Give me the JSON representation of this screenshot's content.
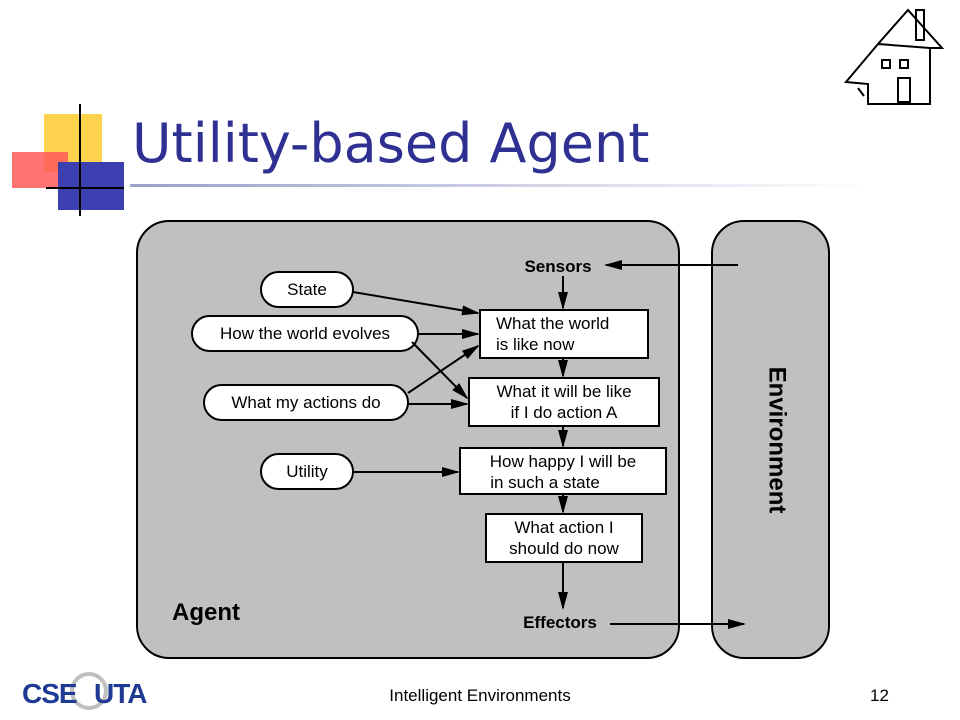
{
  "title": "Utility-based Agent",
  "footer": {
    "center": "Intelligent Environments",
    "page": "12",
    "logo_left": "CSE",
    "logo_right": "UTA"
  },
  "colors": {
    "title": "#2e3192",
    "panel": "#c0c0c0",
    "accent_yellow": "#ffd24d",
    "accent_red": "#ff4d4d",
    "accent_blue": "#3b3fb0"
  },
  "icons": {
    "house": "house-icon"
  },
  "diagram": {
    "agent_label": "Agent",
    "environment_label": "Environment",
    "sensors": "Sensors",
    "effectors": "Effectors",
    "ovals": {
      "state": "State",
      "world_evolves": "How the world evolves",
      "actions_do": "What my actions do",
      "utility": "Utility"
    },
    "boxes": {
      "world_now": [
        "What the world",
        "is like now"
      ],
      "will_be": [
        "What it will be like",
        "if I do action A"
      ],
      "happy": [
        "How happy I will be",
        "in such a state"
      ],
      "action": [
        "What action I",
        "should do now"
      ]
    }
  }
}
